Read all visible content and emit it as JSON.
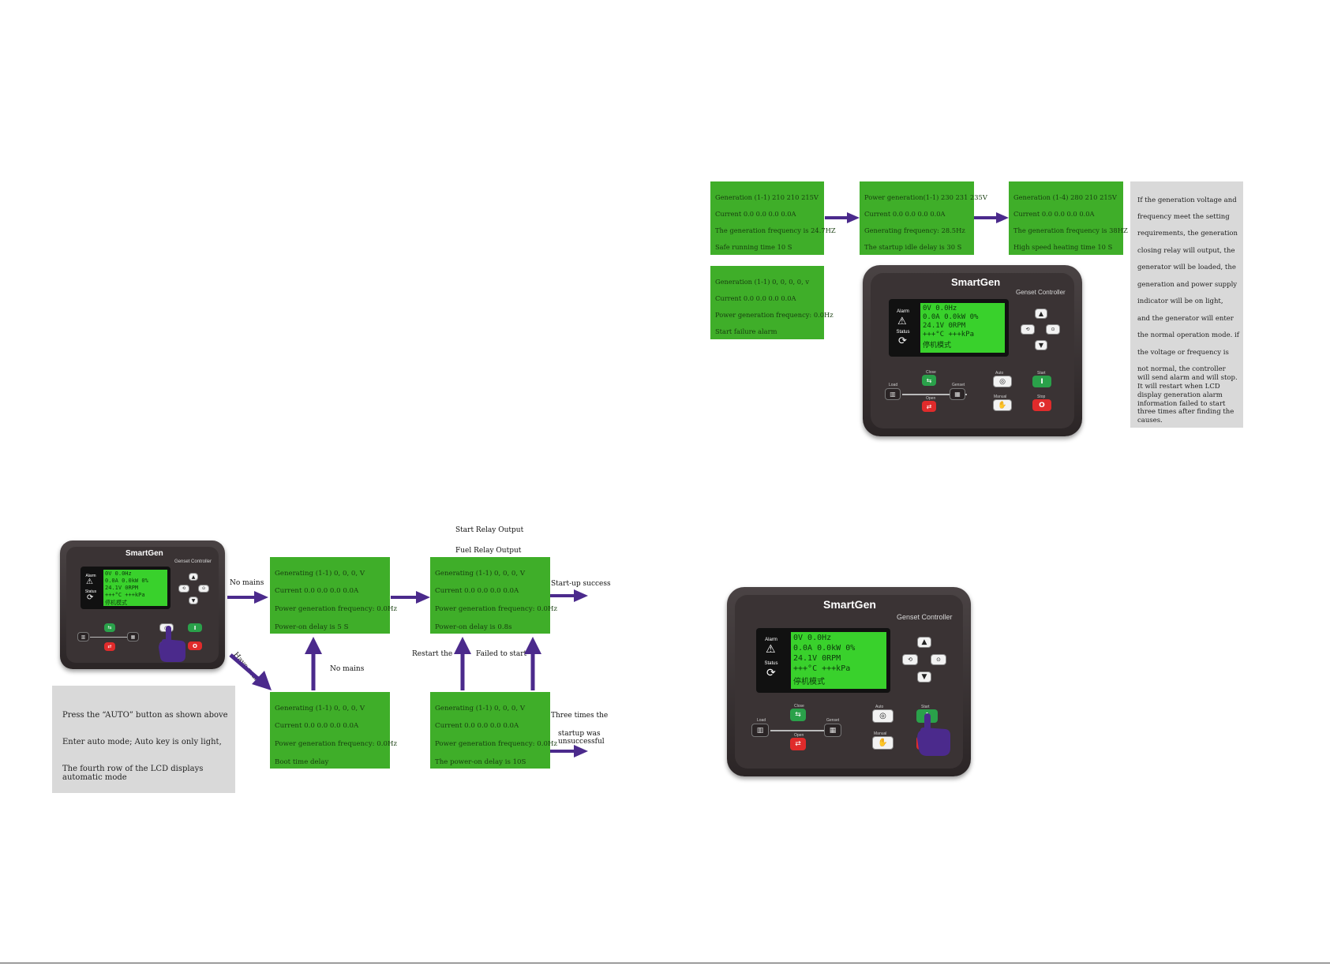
{
  "brand": {
    "name": "SmartGen",
    "model": "Genset Controller"
  },
  "controller_panel": {
    "alarm": "Alarm",
    "status": "Status",
    "lcd_lines": [
      "0V          0.0Hz",
      "0.0A   0.0kW   0%",
      "24.1V          0RPM",
      "+++°C        +++kPa",
      "停机模式"
    ],
    "buttons": {
      "close": "Close",
      "open": "Open",
      "load": "Load",
      "genset": "Genset",
      "auto": "Auto",
      "manual": "Manual",
      "start": "Start",
      "stop": "Stop"
    }
  },
  "top_flow": {
    "box1": [
      "Generation (1-1) 210 210 215V",
      "Current 0.0 0.0 0.0 0.0A",
      "The generation frequency is 24.7HZ",
      "Safe running time 10 S"
    ],
    "box2": [
      "Power generation(1-1) 230 231 235V",
      "Current 0.0 0.0 0.0 0.0A",
      "Generating frequency: 28.5Hz",
      "The startup idle delay is 30 S"
    ],
    "box3": [
      "Generation (1-4) 280 210 215V",
      "Current 0.0 0.0 0.0 0.0A",
      "The generation frequency is 38HZ",
      "High speed heating time 10 S"
    ],
    "box4": [
      "Generation (1-1) 0, 0, 0, 0, v",
      "Current 0.0 0.0 0.0 0.0A",
      "Power generation frequency: 0.0Hz",
      "Start failure alarm"
    ],
    "note": [
      "If the generation voltage and",
      "frequency meet the setting",
      "requirements, the generation",
      "closing relay will output, the",
      "generator will be loaded, the",
      "generation and power supply",
      "indicator will be on light,",
      "and the generator will enter",
      "the normal operation mode. if",
      "the voltage or frequency is",
      "not normal, the controller",
      "will send alarm and will stop.",
      "It will restart when LCD",
      "display generation alarm",
      "information failed to start",
      "three times after finding the",
      "causes."
    ]
  },
  "bottom_flow": {
    "label_no_mains": "No mains",
    "label_have_mains": "Have mains",
    "label_no_mains_2": "No mains",
    "label_start_relay": "Start Relay Output",
    "label_fuel_relay": "Fuel Relay Output",
    "label_startup_success": "Start-up success",
    "label_restart": "Restart the",
    "label_failed": "Failed to start",
    "label_three_times": "Three times the",
    "label_startup_was": "startup was",
    "label_unsuccessful": "unsuccessful",
    "boxA": [
      "Generating (1-1) 0, 0, 0, V",
      "Current 0.0 0.0 0.0 0.0A",
      "Power generation frequency: 0.0Hz",
      "Power-on delay is 5 S"
    ],
    "boxB": [
      "Generating (1-1) 0, 0, 0, V",
      "Current 0.0 0.0 0.0 0.0A",
      "Power generation frequency: 0.0Hz",
      "Power-on delay is 0.8s"
    ],
    "boxC": [
      "Generating (1-1) 0, 0, 0, V",
      "Current 0.0 0.0 0.0 0.0A",
      "Power generation frequency: 0.0Hz",
      "Boot time delay"
    ],
    "boxD": [
      "Generating (1-1) 0, 0, 0, V",
      "Current 0.0 0.0 0.0 0.0A",
      "Power generation frequency: 0.0Hz",
      "The power-on delay is 10S"
    ],
    "note": [
      "Press the “AUTO”  button as shown above",
      "Enter auto mode;  Auto key is only light,",
      "The fourth row of the LCD displays",
      "automatic mode"
    ]
  },
  "colors": {
    "green_box": "#3fae29",
    "arrow": "#4b2a8c",
    "note_bg": "#d9d9d9",
    "lcd": "#39d12c"
  }
}
